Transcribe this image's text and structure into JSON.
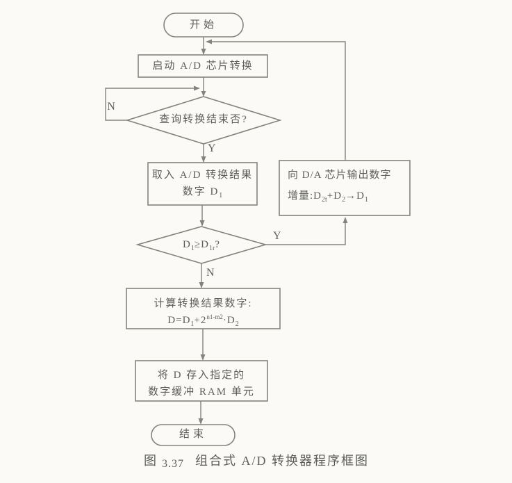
{
  "page": {
    "background": "#fbfaf6",
    "line_color": "#84837d",
    "text_color": "#5d5d5b"
  },
  "flowchart": {
    "start": "开始",
    "step_start_conversion": "启动 A/D 芯片转换",
    "decision_poll": "查询转换结束否?",
    "label_no_1": "N",
    "label_yes_1": "Y",
    "step_read_result": {
      "line1": "取入 A/D 转换结果",
      "line2": [
        "数字 D",
        "1"
      ]
    },
    "step_da_output": {
      "line1": "向 D/A 芯片输出数字",
      "line2": [
        "增量:D",
        "2t",
        "+D",
        "2",
        "→D",
        "1"
      ]
    },
    "decision_compare": [
      "D",
      "1",
      "≥D",
      "1r",
      "?"
    ],
    "label_yes_2": "Y",
    "label_no_2": "N",
    "step_compute": {
      "line1": "计算转换结果数字:",
      "line2": [
        "D=D",
        "1",
        "+2",
        "n1-m2",
        "·D",
        "2"
      ]
    },
    "step_store": {
      "line1": "将 D 存入指定的",
      "line2": "数字缓冲 RAM 单元"
    },
    "end": "结束"
  },
  "caption": {
    "figure_prefix": "图",
    "figure_number": "3.37",
    "title": "组合式 A/D 转换器程序框图"
  }
}
